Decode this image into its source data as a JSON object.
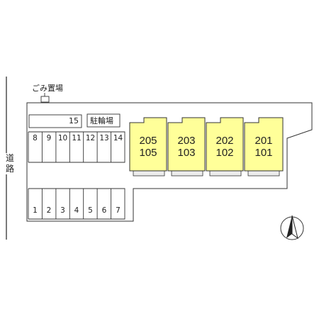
{
  "labels": {
    "garbage": "ごみ置場",
    "bicycle": "駐輪場",
    "road": "道路"
  },
  "parking": {
    "row_top": [
      "8",
      "9",
      "10",
      "11",
      "12",
      "13",
      "14"
    ],
    "row_bottom": [
      "1",
      "2",
      "3",
      "4",
      "5",
      "6",
      "7"
    ],
    "long_slot": "15"
  },
  "buildings": [
    {
      "upper": "205",
      "lower": "105"
    },
    {
      "upper": "203",
      "lower": "103"
    },
    {
      "upper": "202",
      "lower": "102"
    },
    {
      "upper": "201",
      "lower": "101"
    }
  ],
  "colors": {
    "building_fill": "#ffff99",
    "line": "#333333",
    "shadow": "#e9e9e9"
  },
  "icons": {
    "north": "north-arrow-icon"
  }
}
